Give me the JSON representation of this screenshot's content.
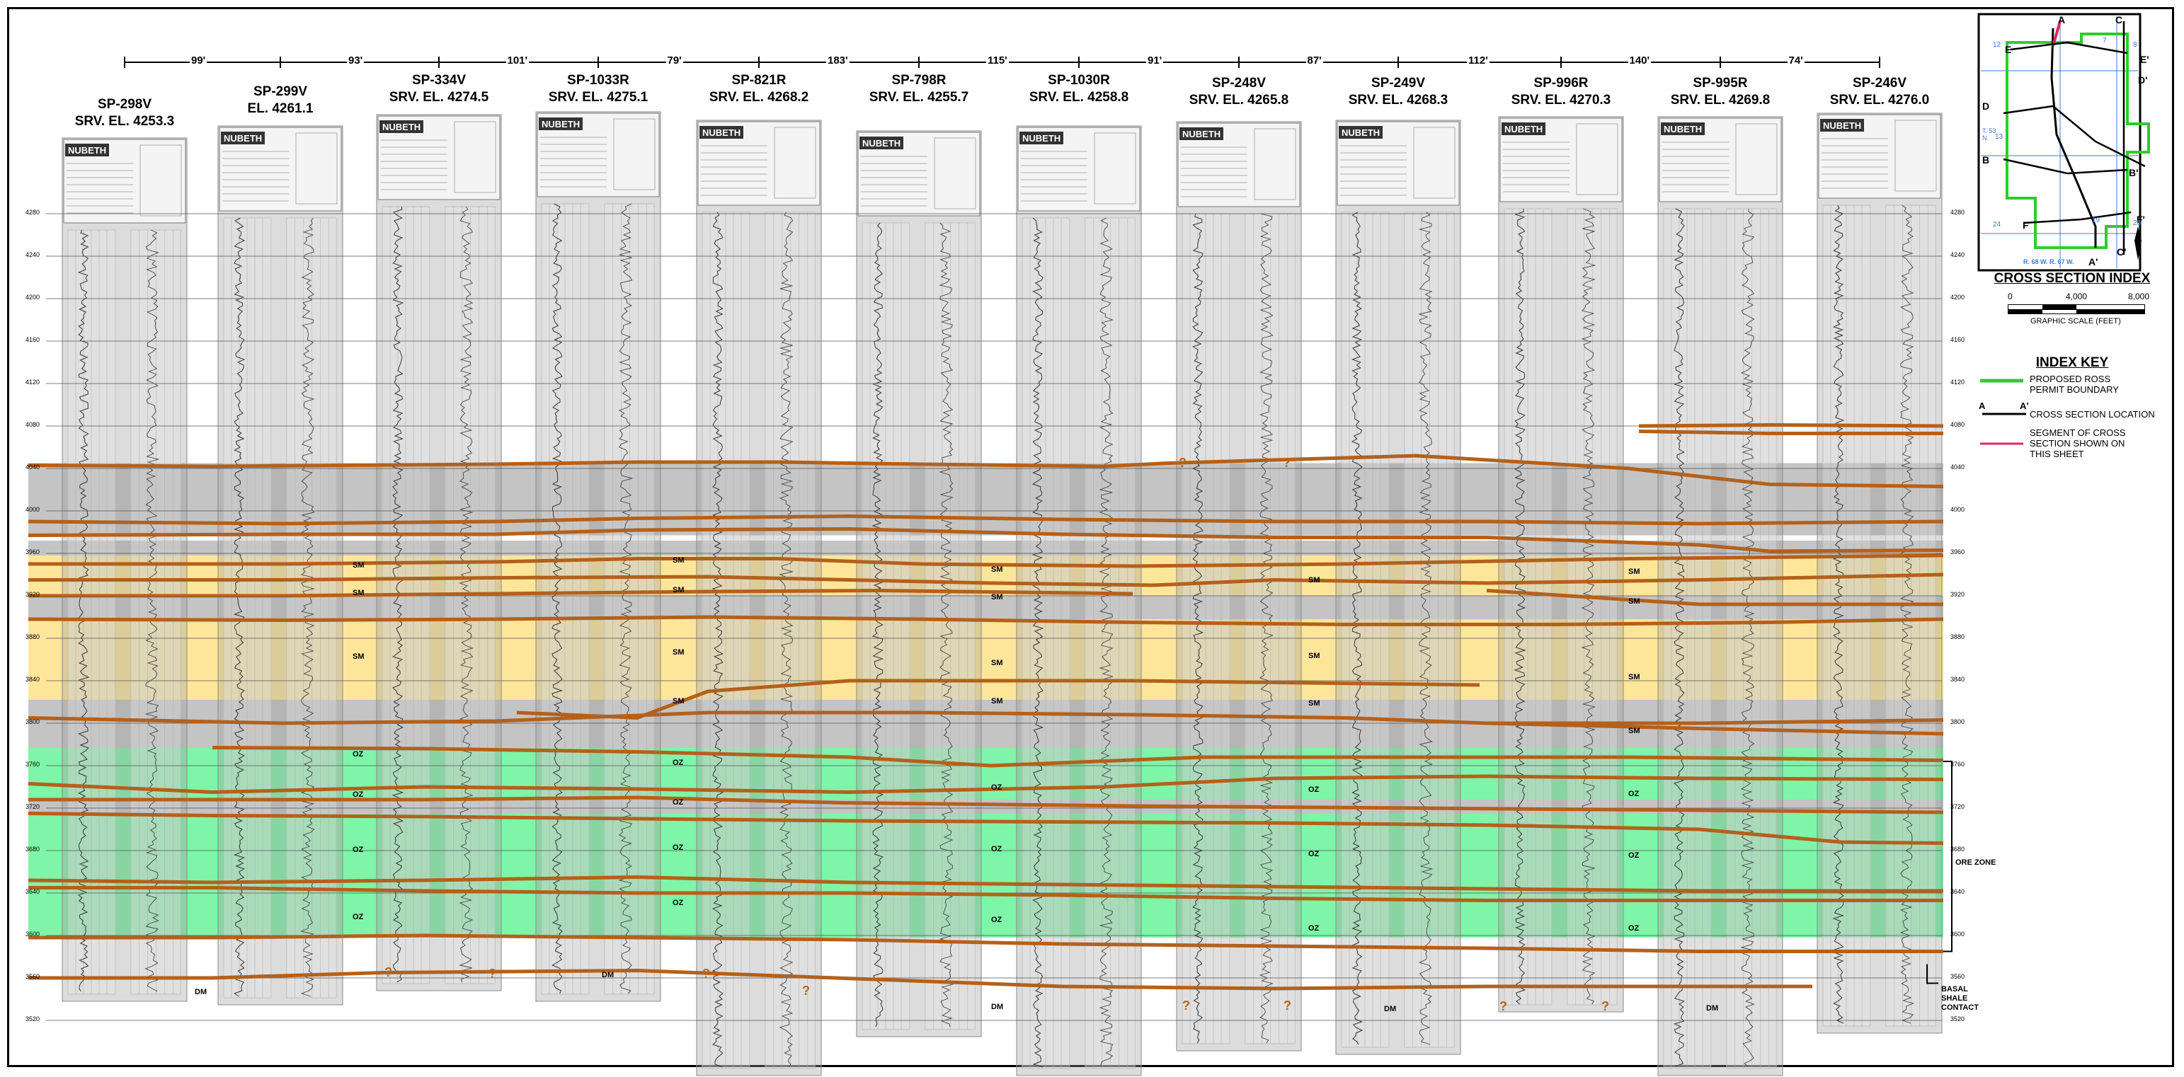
{
  "wells": [
    {
      "name": "SP-298V",
      "elev": "SRV. EL. 4253.3"
    },
    {
      "name": "SP-299V",
      "elev": "EL. 4261.1"
    },
    {
      "name": "SP-334V",
      "elev": "SRV. EL. 4274.5"
    },
    {
      "name": "SP-1033R",
      "elev": "SRV. EL. 4275.1"
    },
    {
      "name": "SP-821R",
      "elev": "SRV. EL. 4268.2"
    },
    {
      "name": "SP-798R",
      "elev": "SRV. EL. 4255.7"
    },
    {
      "name": "SP-1030R",
      "elev": "SRV. EL. 4258.8"
    },
    {
      "name": "SP-248V",
      "elev": "SRV. EL. 4265.8"
    },
    {
      "name": "SP-249V",
      "elev": "SRV. EL. 4268.3"
    },
    {
      "name": "SP-996R",
      "elev": "SRV. EL. 4270.3"
    },
    {
      "name": "SP-995R",
      "elev": "SRV. EL. 4269.8"
    },
    {
      "name": "SP-246V",
      "elev": "SRV. EL. 4276.0"
    }
  ],
  "spacings": [
    "99'",
    "93'",
    "101'",
    "79'",
    "183'",
    "115'",
    "91'",
    "87'",
    "112'",
    "140'",
    "74'"
  ],
  "elevations": [
    "4280",
    "4240",
    "4200",
    "4160",
    "4120",
    "4080",
    "4040",
    "4000",
    "3960",
    "3920",
    "3880",
    "3840",
    "3800",
    "3760",
    "3720",
    "3680",
    "3640",
    "3600",
    "3560",
    "3520"
  ],
  "log_header": "NUBETH",
  "unit_labels": {
    "sm": "SM",
    "oz": "OZ",
    "dm": "DM"
  },
  "question_mark": "?",
  "ore_zone_label": "ORE ZONE",
  "basal_label": "BASAL SHALE CONTACT",
  "index": {
    "title": "CROSS SECTION INDEX",
    "scale_ticks": [
      "0",
      "4,000",
      "8,000"
    ],
    "scale_caption": "GRAPHIC SCALE (FEET)",
    "map_letters": [
      "A",
      "C",
      "E",
      "E'",
      "D",
      "D'",
      "B",
      "B'",
      "F",
      "F'",
      "C'",
      "A'"
    ],
    "map_numbers": [
      "12",
      "7",
      "8",
      "13",
      "24",
      "19",
      "20"
    ],
    "township": "T. 53 N.",
    "ranges": "R. 68 W.  R. 67 W."
  },
  "key": {
    "title": "INDEX KEY",
    "boundary": "PROPOSED ROSS PERMIT BOUNDARY",
    "xs_a": "A",
    "xs_a2": "A'",
    "xs_loc": "CROSS SECTION LOCATION",
    "segment": "SEGMENT OF CROSS SECTION SHOWN ON THIS SHEET"
  },
  "colors": {
    "sm_fill": "#fde69a",
    "oz_fill": "#7ef5a8",
    "shale_fill": "#c4c4c4",
    "horizon": "#b5601a",
    "boundary": "#2ecc2e",
    "segment": "#e0245e"
  }
}
